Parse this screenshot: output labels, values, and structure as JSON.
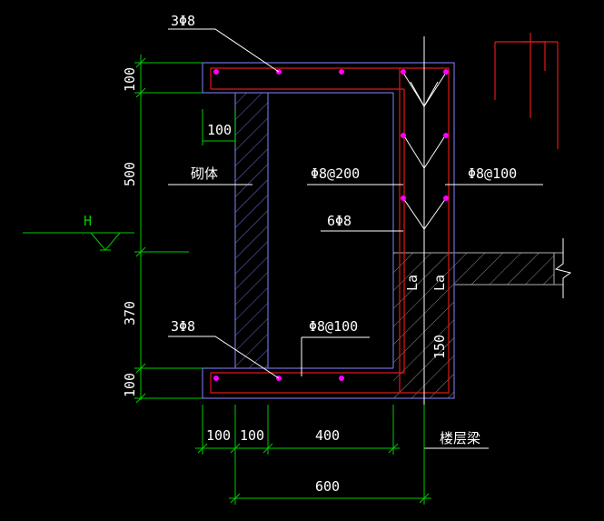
{
  "colors": {
    "background": "#000000",
    "outline": "#6d6dd6",
    "rebar": "#e01818",
    "dimension": "#00cc00",
    "text": "#ffffff",
    "rebar_dot": "#ff00ff",
    "leader": "#ffffff",
    "hatch": "#6d6dd6",
    "concrete_hatch": "#b0b0b0"
  },
  "labels": {
    "top_rebar": "3Φ8",
    "bottom_rebar": "3Φ8",
    "wall": "砌体",
    "stirrup_200": "Φ8@200",
    "stirrup_100_right": "Φ8@100",
    "long_rebar": "6Φ8",
    "stirrup_100_bottom": "Φ8@100",
    "floor_beam": "楼层梁",
    "water_level": "H",
    "la_1": "La",
    "la_2": "La",
    "dim_150": "150"
  },
  "dimensions": {
    "left": {
      "top_100": "100",
      "d_500": "500",
      "d_370": "370",
      "bottom_100": "100"
    },
    "inner_100": "100",
    "bottom": {
      "d1": "100",
      "d2": "100",
      "d3": "400",
      "total": "600"
    }
  }
}
